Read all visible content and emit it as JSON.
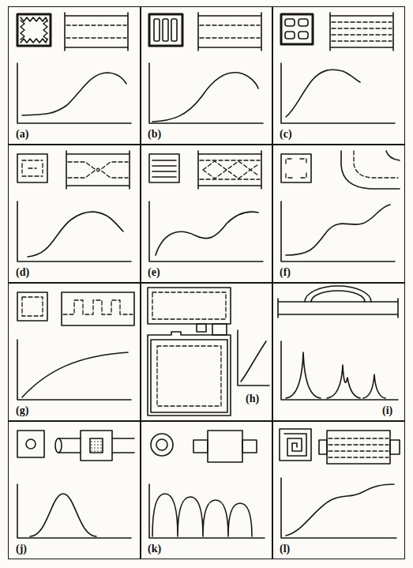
{
  "diagram": {
    "nodes": [
      {
        "text": [
          "(a)"
        ]
      },
      {
        "text": [
          "(b)"
        ]
      },
      {
        "text": [
          "(c)"
        ]
      },
      {
        "text": [
          "(d)"
        ]
      },
      {
        "text": [
          "(e)"
        ]
      },
      {
        "text": [
          "(f)"
        ]
      },
      {
        "text": [
          "(g)"
        ]
      },
      {
        "text": [
          "(h)"
        ]
      },
      {
        "text": [
          "(i)"
        ]
      },
      {
        "text": [
          "(j)"
        ]
      },
      {
        "text": [
          "(k)"
        ]
      },
      {
        "text": [
          "(l)"
        ]
      }
    ]
  }
}
